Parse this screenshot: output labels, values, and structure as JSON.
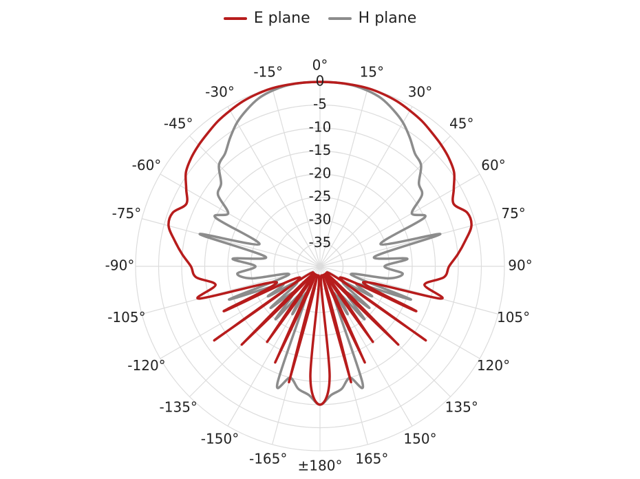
{
  "chart_data": {
    "type": "line",
    "polar": true,
    "title": "",
    "angle_ticks": [
      "0°",
      "15°",
      "30°",
      "45°",
      "60°",
      "75°",
      "90°",
      "105°",
      "120°",
      "135°",
      "150°",
      "165°",
      "±180°",
      "-165°",
      "-150°",
      "-135°",
      "-120°",
      "-105°",
      "-90°",
      "-75°",
      "-60°",
      "-45°",
      "-30°",
      "-15°"
    ],
    "radial_ticks": [
      "0",
      "-5",
      "-10",
      "-15",
      "-20",
      "-25",
      "-30",
      "-35"
    ],
    "radial_range_db": [
      -40,
      0
    ],
    "grid": true,
    "legend_position": "top-center",
    "series": [
      {
        "name": "E plane",
        "color": "#b71c1c",
        "angles_deg": [
          -180,
          -175,
          -170,
          -165,
          -160,
          -155,
          -150,
          -145,
          -140,
          -135,
          -130,
          -125,
          -120,
          -115,
          -110,
          -105,
          -100,
          -95,
          -90,
          -85,
          -80,
          -75,
          -70,
          -65,
          -60,
          -55,
          -50,
          -45,
          -40,
          -35,
          -30,
          -25,
          -20,
          -15,
          -10,
          -5,
          0,
          5,
          10,
          15,
          20,
          25,
          30,
          35,
          40,
          45,
          50,
          55,
          60,
          65,
          70,
          75,
          80,
          85,
          90,
          95,
          100,
          105,
          110,
          115,
          120,
          125,
          130,
          135,
          140,
          145,
          150,
          155,
          160,
          165,
          170,
          175,
          180
        ],
        "values_db": [
          -10,
          -16,
          -38,
          -14,
          -38,
          -17,
          -38,
          -20,
          -38,
          -16,
          -38,
          -12,
          -35,
          -17,
          -30,
          -13,
          -17,
          -13,
          -12,
          -10,
          -8,
          -6,
          -6,
          -8,
          -6.5,
          -4.5,
          -3.5,
          -2.8,
          -2.2,
          -1.5,
          -1,
          -0.5,
          -0.2,
          0,
          0,
          0,
          0,
          0,
          0,
          0,
          -0.2,
          -0.5,
          -1,
          -1.5,
          -2.2,
          -2.8,
          -3.5,
          -4.5,
          -6.5,
          -8,
          -6,
          -6,
          -8,
          -10,
          -12,
          -13,
          -17,
          -13,
          -30,
          -17,
          -35,
          -12,
          -38,
          -16,
          -38,
          -20,
          -38,
          -17,
          -38,
          -14,
          -38,
          -16,
          -10
        ]
      },
      {
        "name": "H plane",
        "color": "#8c8c8c",
        "angles_deg": [
          -180,
          -175,
          -170,
          -165,
          -160,
          -155,
          -150,
          -145,
          -140,
          -135,
          -130,
          -125,
          -120,
          -115,
          -110,
          -105,
          -100,
          -95,
          -90,
          -85,
          -80,
          -75,
          -70,
          -65,
          -60,
          -55,
          -50,
          -45,
          -40,
          -35,
          -30,
          -25,
          -20,
          -15,
          -10,
          -5,
          0,
          5,
          10,
          15,
          20,
          25,
          30,
          35,
          40,
          45,
          50,
          55,
          60,
          65,
          70,
          75,
          80,
          85,
          90,
          95,
          100,
          105,
          110,
          115,
          120,
          125,
          130,
          135,
          140,
          145,
          150,
          155,
          160,
          165,
          170,
          175,
          180
        ],
        "values_db": [
          -10,
          -12,
          -13,
          -15,
          -13,
          -33,
          -28,
          -33,
          -25,
          -32,
          -26,
          -34,
          -27,
          -31,
          -19,
          -33,
          -25,
          -22,
          -26,
          -21,
          -28,
          -13,
          -26,
          -15,
          -17,
          -13,
          -12,
          -9,
          -8,
          -6,
          -4,
          -2.5,
          -1.2,
          -0.5,
          -0.1,
          0,
          0,
          0,
          -0.1,
          -0.5,
          -1.2,
          -2.5,
          -4,
          -6,
          -8,
          -9,
          -12,
          -13,
          -17,
          -15,
          -26,
          -13,
          -28,
          -21,
          -26,
          -22,
          -25,
          -33,
          -19,
          -31,
          -27,
          -34,
          -26,
          -32,
          -25,
          -33,
          -28,
          -33,
          -13,
          -15,
          -13,
          -12,
          -10
        ]
      }
    ]
  }
}
